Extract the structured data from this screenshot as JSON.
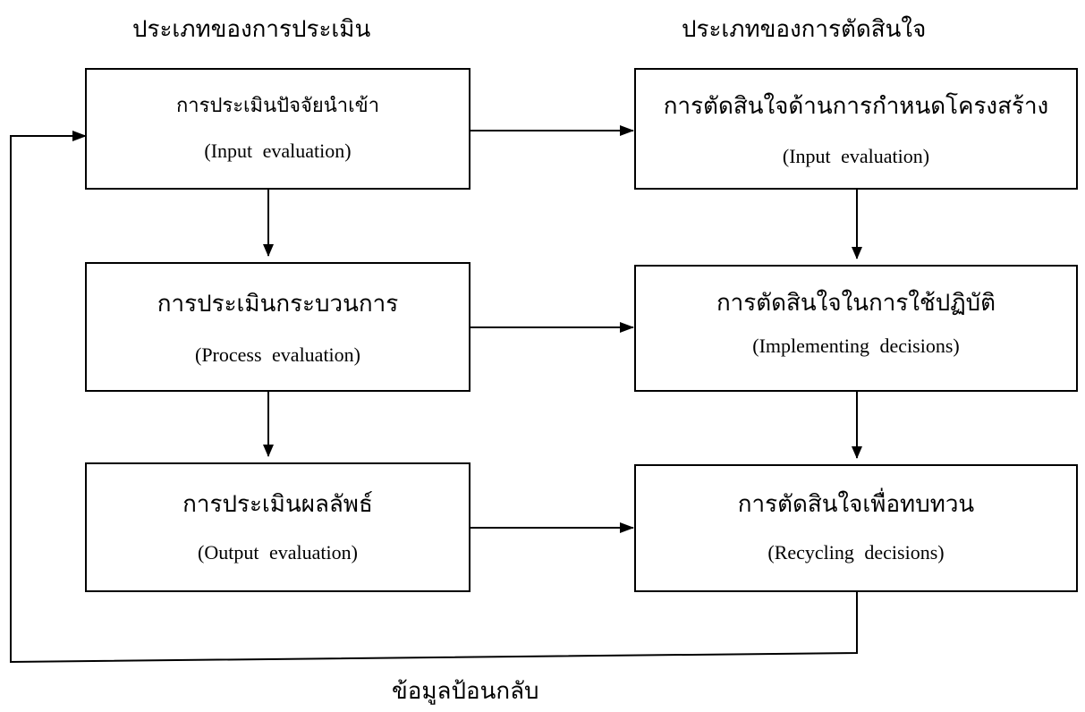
{
  "headings": {
    "evaluation_types": "ประเภทของการประเมิน",
    "decision_types": "ประเภทของการตัดสินใจ"
  },
  "evaluation_boxes": [
    {
      "thai": "การประเมินปัจจัยนำเข้า",
      "english": "(Input evaluation)"
    },
    {
      "thai": "การประเมินกระบวนการ",
      "english": "(Process evaluation)"
    },
    {
      "thai": "การประเมินผลลัพธ์",
      "english": "(Output evaluation)"
    }
  ],
  "decision_boxes": [
    {
      "thai": "การตัดสินใจด้านการกำหนดโครงสร้าง",
      "english": "(Input evaluation)"
    },
    {
      "thai": "การตัดสินใจในการใช้ปฏิบัติ",
      "english": "(Implementing decisions)"
    },
    {
      "thai": "การตัดสินใจเพื่อทบทวน",
      "english": "(Recycling decisions)"
    }
  ],
  "feedback_label": "ข้อมูลป้อนกลับ",
  "colors": {
    "line": "#000000",
    "background": "#ffffff"
  }
}
